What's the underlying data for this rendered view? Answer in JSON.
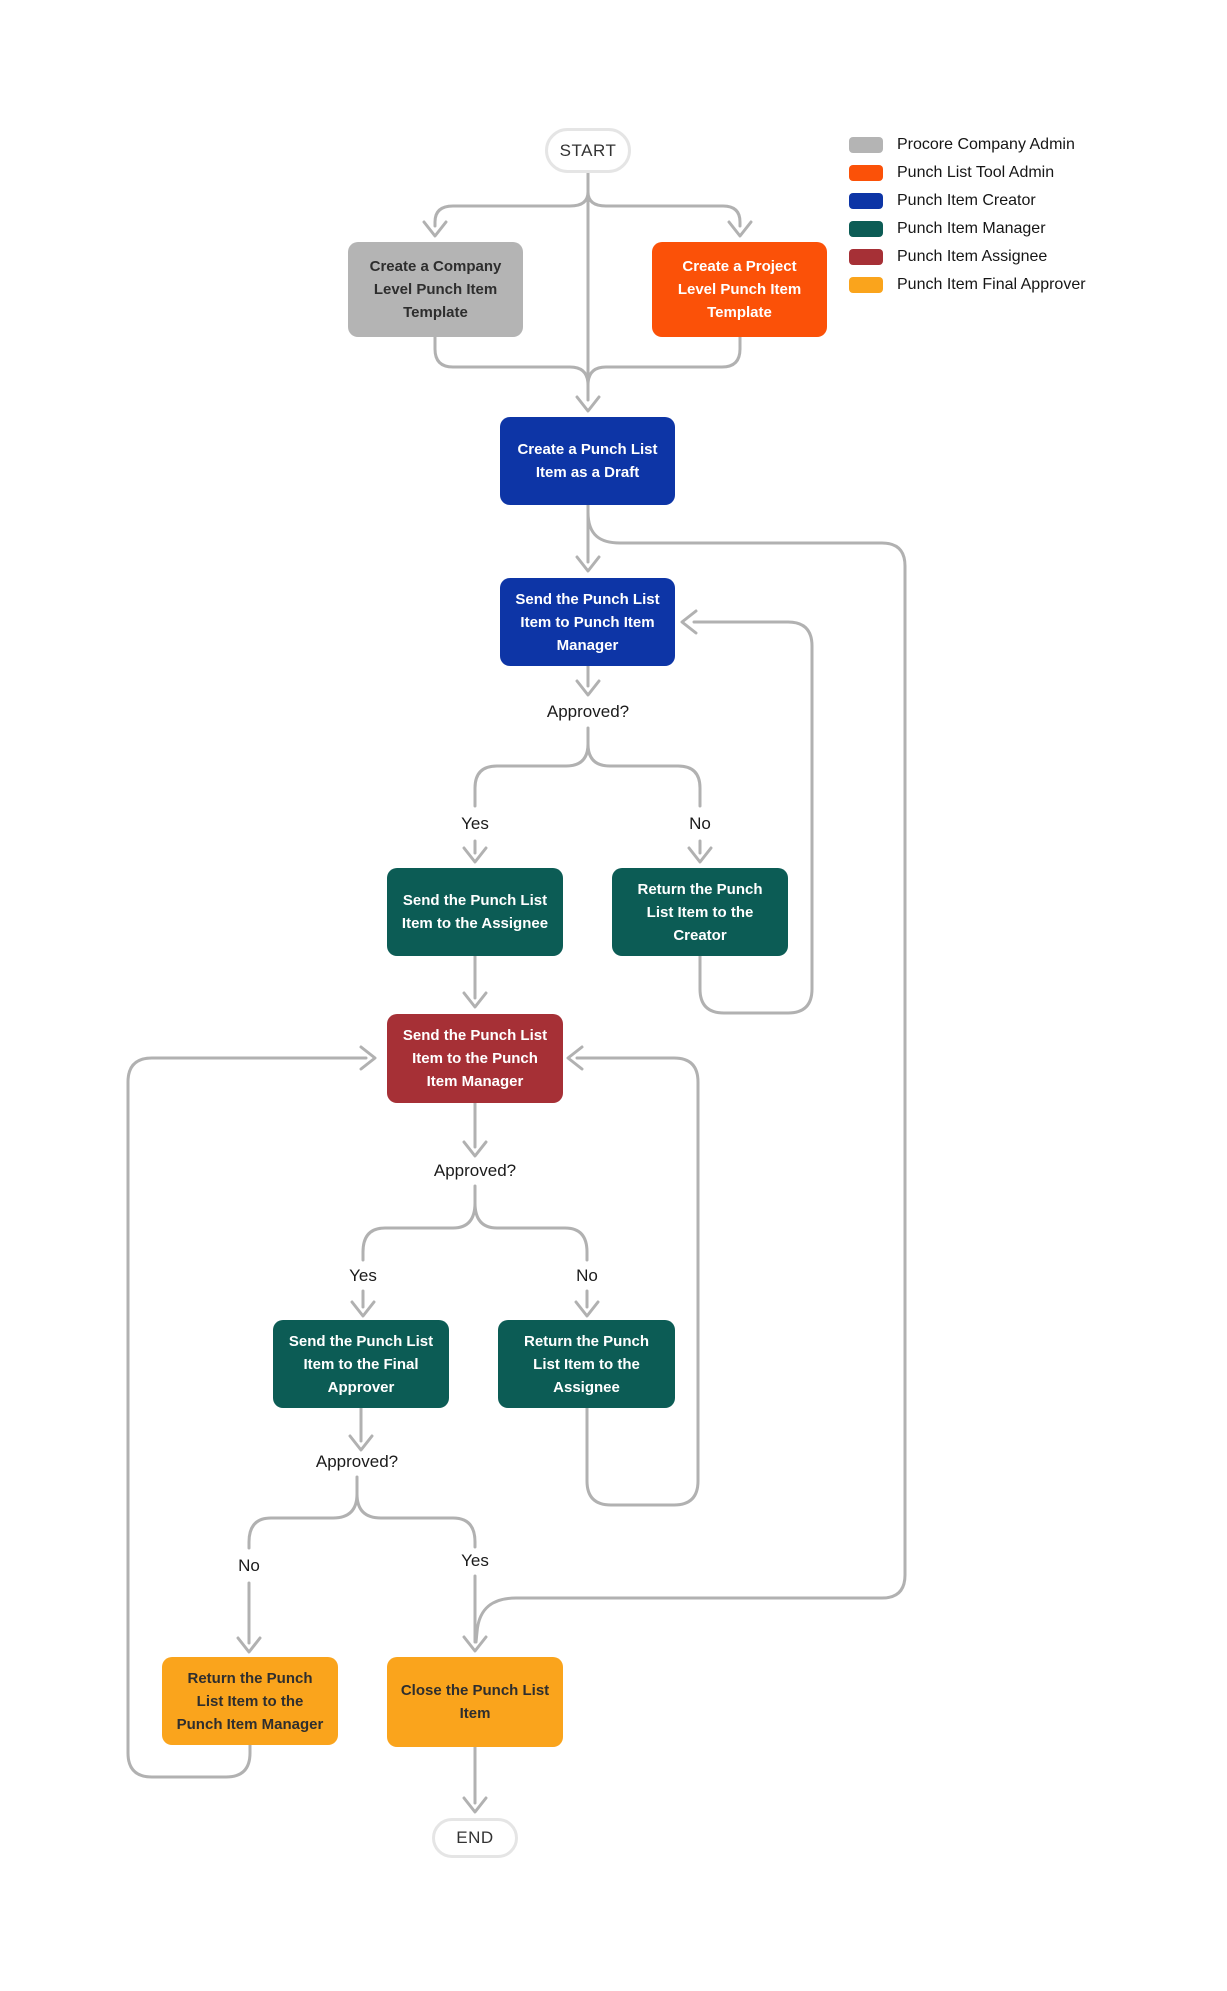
{
  "style": {
    "connector_color": "#B1B1B1",
    "background": "#FFFFFF",
    "terminal_border": "#E5E5E5"
  },
  "roles": {
    "company_admin": {
      "label": "Procore Company Admin",
      "color": "#B4B4B4"
    },
    "tool_admin": {
      "label": "Punch List Tool Admin",
      "color": "#FB5108"
    },
    "creator": {
      "label": "Punch Item Creator",
      "color": "#0D35A6"
    },
    "manager": {
      "label": "Punch Item Manager",
      "color": "#0C5C55"
    },
    "assignee": {
      "label": "Punch Item Assignee",
      "color": "#A63036"
    },
    "final_approver": {
      "label": "Punch Item Final Approver",
      "color": "#FAA41C"
    }
  },
  "flow": {
    "terminals": {
      "start": "START",
      "end": "END"
    },
    "nodes": {
      "company_template": {
        "lines": [
          "Create a Company",
          "Level Punch Item",
          "Template"
        ]
      },
      "project_template": {
        "lines": [
          "Create a Project",
          "Level Punch Item",
          "Template"
        ]
      },
      "create_draft": {
        "lines": [
          "Create a Punch List",
          "Item as a Draft"
        ]
      },
      "send_to_pim": {
        "lines": [
          "Send the Punch List",
          "Item to Punch Item",
          "Manager"
        ]
      },
      "send_to_assignee": {
        "lines": [
          "Send the Punch List",
          "Item to the Assignee"
        ]
      },
      "return_to_creator": {
        "lines": [
          "Return the Punch",
          "List Item to the",
          "Creator"
        ]
      },
      "send_to_pim_2": {
        "lines": [
          "Send the Punch List",
          "Item to the Punch",
          "Item Manager"
        ]
      },
      "send_to_final_approver": {
        "lines": [
          "Send the Punch List",
          "Item to the Final",
          "Approver"
        ]
      },
      "return_to_assignee": {
        "lines": [
          "Return the Punch",
          "List Item to the",
          "Assignee"
        ]
      },
      "return_to_pim": {
        "lines": [
          "Return the Punch",
          "List Item to the",
          "Punch Item Manager"
        ]
      },
      "close_item": {
        "lines": [
          "Close the Punch List",
          "Item"
        ]
      }
    },
    "decisions": {
      "approved_1": "Approved?",
      "approved_2": "Approved?",
      "approved_3": "Approved?"
    },
    "branch_labels": {
      "yes_1": "Yes",
      "no_1": "No",
      "yes_2": "Yes",
      "no_2": "No",
      "yes_3": "Yes",
      "no_3": "No"
    }
  }
}
